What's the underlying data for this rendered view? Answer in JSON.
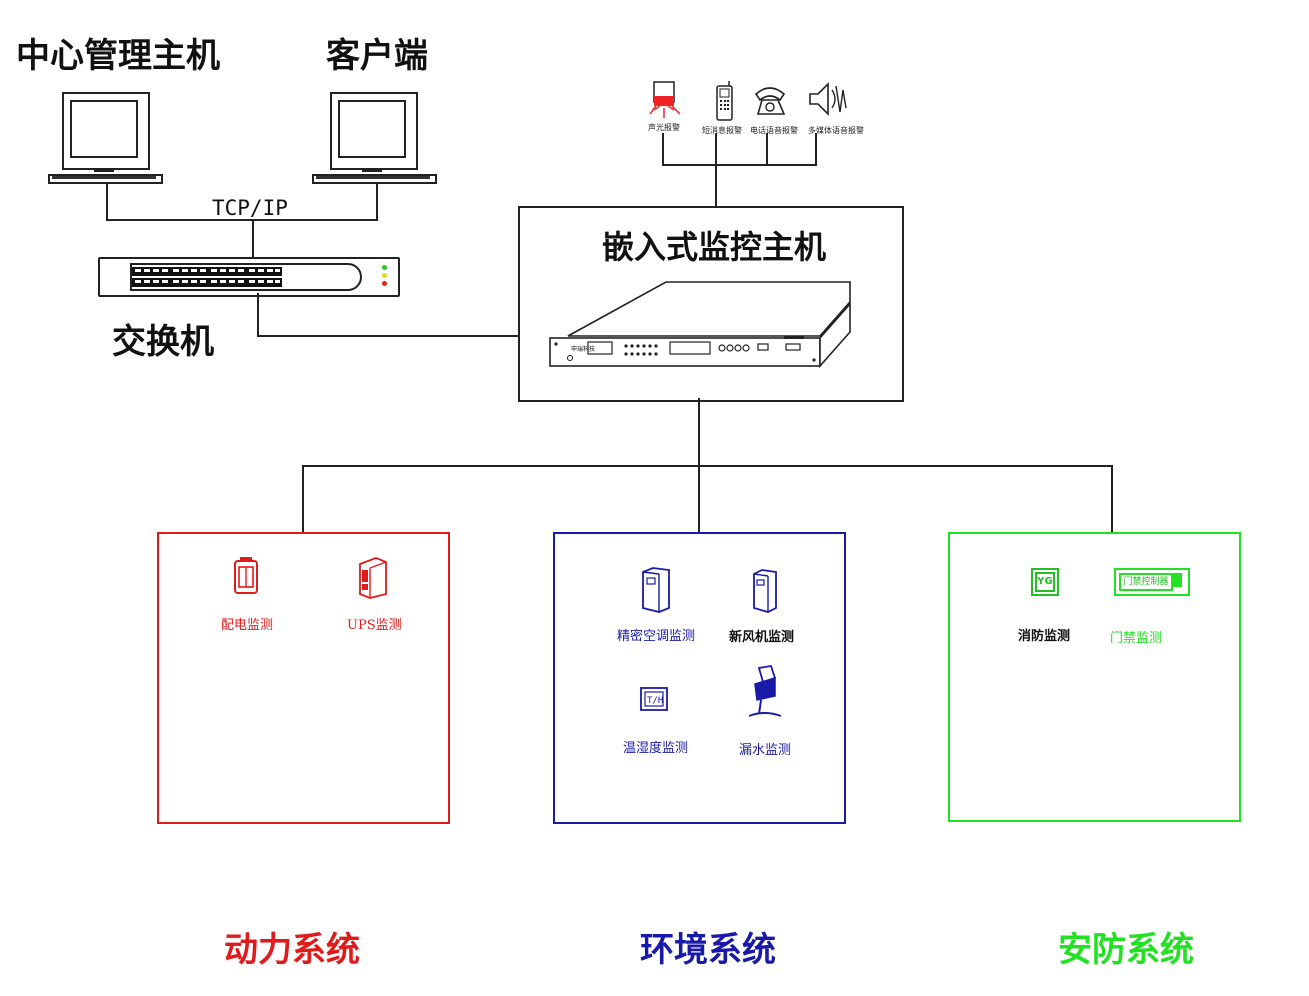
{
  "top": {
    "central_host_label": "中心管理主机",
    "client_label": "客户端",
    "protocol_label": "TCP/IP",
    "switch_label": "交换机"
  },
  "alarms": [
    {
      "label": "声光报警",
      "icon": "strobe-siren-icon"
    },
    {
      "label": "短消息报警",
      "icon": "mobile-phone-icon"
    },
    {
      "label": "电话语音报警",
      "icon": "telephone-icon"
    },
    {
      "label": "多媒体语音报警",
      "icon": "speaker-icon"
    }
  ],
  "host": {
    "title": "嵌入式监控主机",
    "device_brand": "申瑞科技"
  },
  "systems": {
    "power": {
      "title": "动力系统",
      "color": "#e01b1b",
      "items": [
        {
          "label": "配电监测",
          "icon": "power-distribution-icon"
        },
        {
          "label": "UPS监测",
          "icon": "ups-icon"
        }
      ]
    },
    "environment": {
      "title": "环境系统",
      "color": "#1a1aa8",
      "items": [
        {
          "label": "精密空调监测",
          "icon": "precision-ac-icon"
        },
        {
          "label": "新风机监测",
          "icon": "fresh-air-unit-icon"
        },
        {
          "label": "温湿度监测",
          "icon": "temp-humidity-sensor-icon"
        },
        {
          "label": "漏水监测",
          "icon": "water-leak-sensor-icon"
        }
      ]
    },
    "security": {
      "title": "安防系统",
      "color": "#22e022",
      "items": [
        {
          "label": "消防监测",
          "icon": "fire-monitor-icon"
        },
        {
          "label": "门禁监测",
          "icon": "access-control-icon"
        }
      ],
      "access_panel_text": "门禁控制器",
      "fire_badge_text": "YG"
    }
  }
}
